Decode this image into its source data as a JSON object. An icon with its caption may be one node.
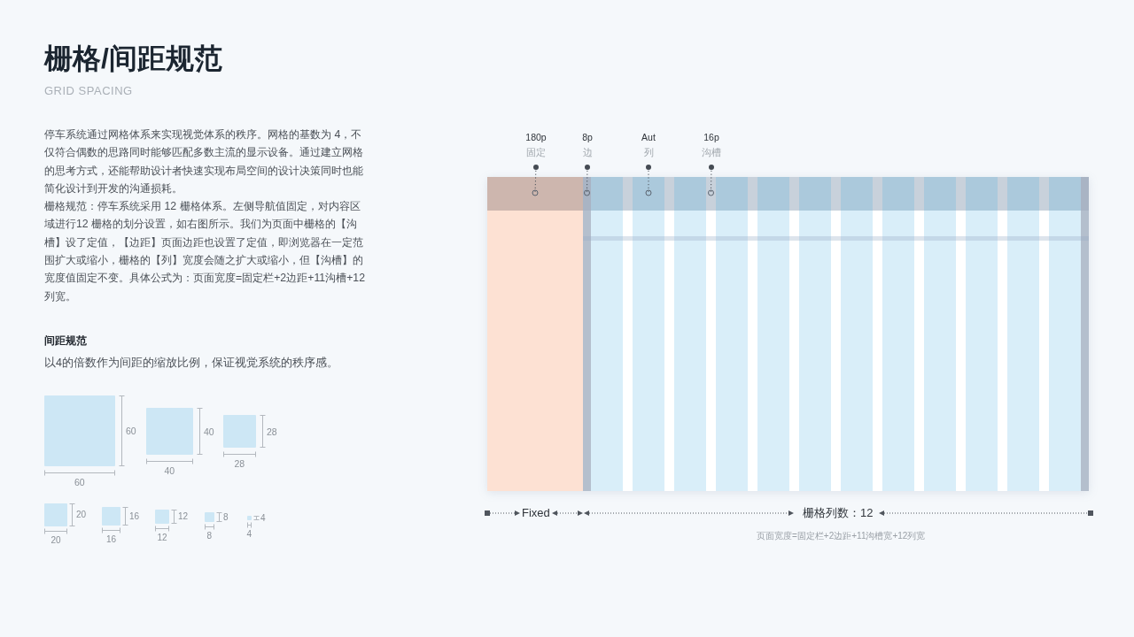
{
  "diagram": {
    "title": "栅格/间距规范",
    "nodes": [
      {
        "text": [
          "180p",
          "固定"
        ]
      },
      {
        "text": [
          "8p",
          "边"
        ]
      },
      {
        "text": [
          "Aut",
          "列"
        ]
      },
      {
        "text": [
          "16p",
          "沟槽"
        ]
      },
      {
        "text": [],
        "shape": "bar"
      },
      {
        "text": [],
        "shape": "bar"
      },
      {
        "text": [],
        "shape": "bar"
      },
      {
        "text": [],
        "shape": "bar"
      }
    ],
    "edges": [
      {
        "from": 0,
        "to": 4,
        "arrow": "other",
        "style": "dashed"
      },
      {
        "from": 1,
        "to": 5,
        "arrow": "other",
        "style": "dashed"
      },
      {
        "from": 2,
        "to": 6,
        "arrow": "other",
        "style": "dashed"
      },
      {
        "from": 3,
        "to": 7,
        "arrow": "other",
        "style": "dashed"
      }
    ],
    "labels": [
      "GRID SPACING",
      "停车系统通过网格体系来实现视觉体系的秩序。网格的基数为 4，不仅符合偶数的思路同时能够匹配多数主流的显示设备。通过建立网格的思考方式，还能帮助设计者快速实现布局空间的设计决策同时也能简化设计到开发的沟通损耗。",
      "栅格规范：停车系统采用 12 栅格体系。左侧导航值固定，对内容区域进行12 栅格的划分设置，如右图所示。我们为页面中栅格的【沟槽】设了定值，【边距】页面边距也设置了定值，即浏览器在一定范围扩大或缩小，栅格的【列】宽度会随之扩大或缩小，但【沟槽】的宽度值固定不变。具体公式为：页面宽度=固定栏+2边距+11沟槽+12列宽。",
      "间距规范",
      "以4的倍数作为间距的缩放比例，保证视觉系统的秩序感。",
      "60",
      "60",
      "40",
      "40",
      "28",
      "28",
      "20",
      "20",
      "16",
      "16",
      "12",
      "12",
      "8",
      "8",
      "4",
      "4",
      "Fixed",
      "栅格列数：12",
      "页面宽度=固定栏+2边距+11沟槽宽+12列宽"
    ]
  }
}
